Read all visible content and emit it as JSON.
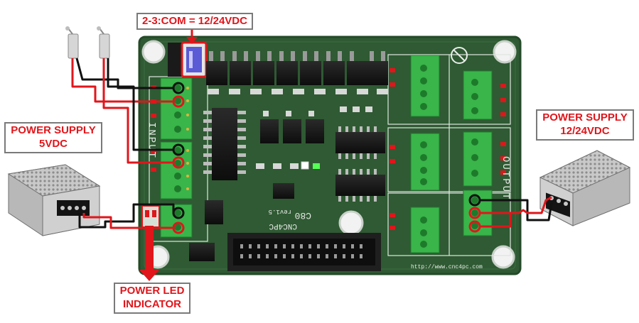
{
  "labels": {
    "jumper_setting": "2-3:COM = 12/24VDC",
    "power_supply_left_line1": "POWER SUPPLY",
    "power_supply_left_line2": "5VDC",
    "power_supply_right_line1": "POWER SUPPLY",
    "power_supply_right_line2": "12/24VDC",
    "power_led_line1": "POWER LED",
    "power_led_line2": "INDICATOR"
  },
  "silkscreen": {
    "input": "INPUT",
    "output": "OUTPUT",
    "brand": "CNC4PC",
    "model": "C80",
    "revision": "rev1.5",
    "url": "http://www.cnc4pc.com"
  },
  "colors": {
    "board": "#2f5a33",
    "board_edge": "#244a28",
    "terminal_green": "#39b54a",
    "wire_red": "#e0161b",
    "wire_black": "#111111",
    "callout_text": "#e0161b",
    "callout_border": "#7a7a7a",
    "jumper_blue": "#5b5bd6"
  },
  "icons": {
    "switch": "limit-switch-icon",
    "psu": "power-supply-icon",
    "arrow": "arrow-down-icon",
    "hole": "mounting-hole-icon",
    "rohs": "rohs-icon"
  }
}
